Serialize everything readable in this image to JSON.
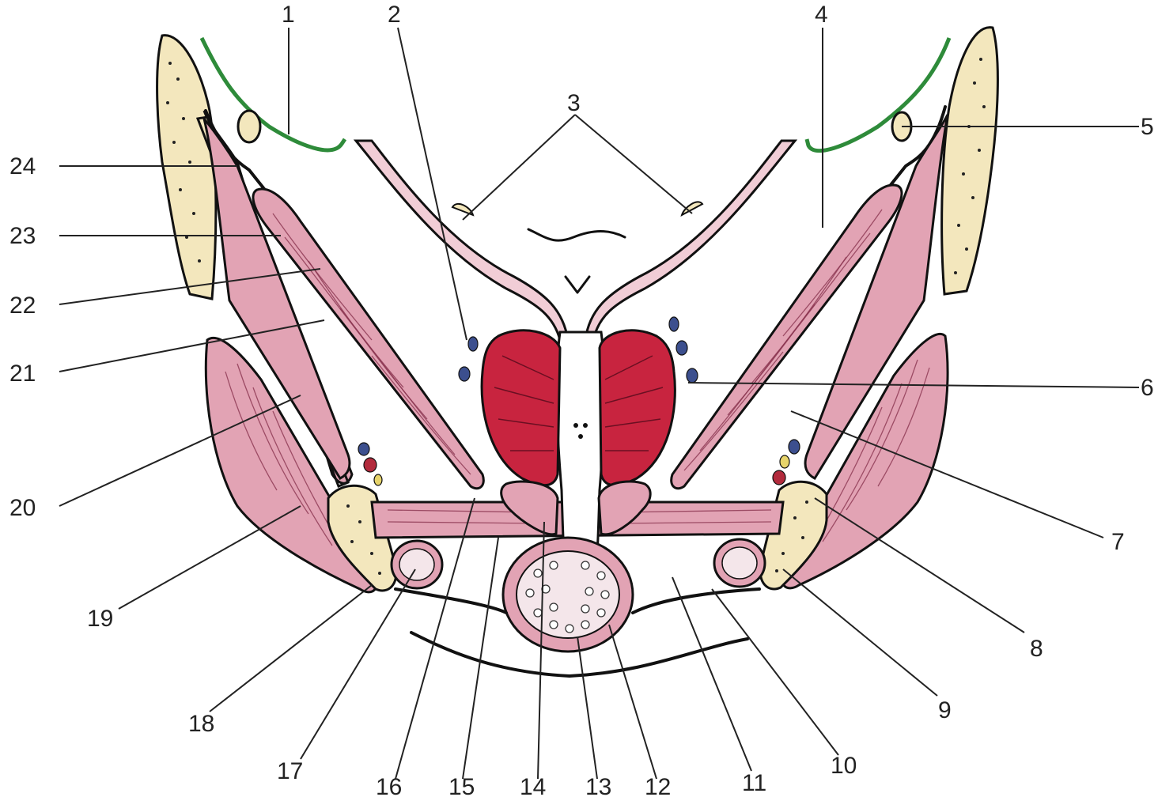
{
  "diagram": {
    "labels": [
      "1",
      "2",
      "3",
      "4",
      "5",
      "6",
      "7",
      "8",
      "9",
      "10",
      "11",
      "12",
      "13",
      "14",
      "15",
      "16",
      "17",
      "18",
      "19",
      "20",
      "21",
      "22",
      "23",
      "24"
    ],
    "colors": {
      "muscle": "#e2a3b4",
      "sphincter": "#c8243f",
      "bone": "#f3e7bd",
      "peritoneum_line": "#2e8b3a",
      "vein": "#3c4f8e",
      "artery": "#b22a3c",
      "nerve": "#e7d46a",
      "outline": "#111111"
    }
  }
}
